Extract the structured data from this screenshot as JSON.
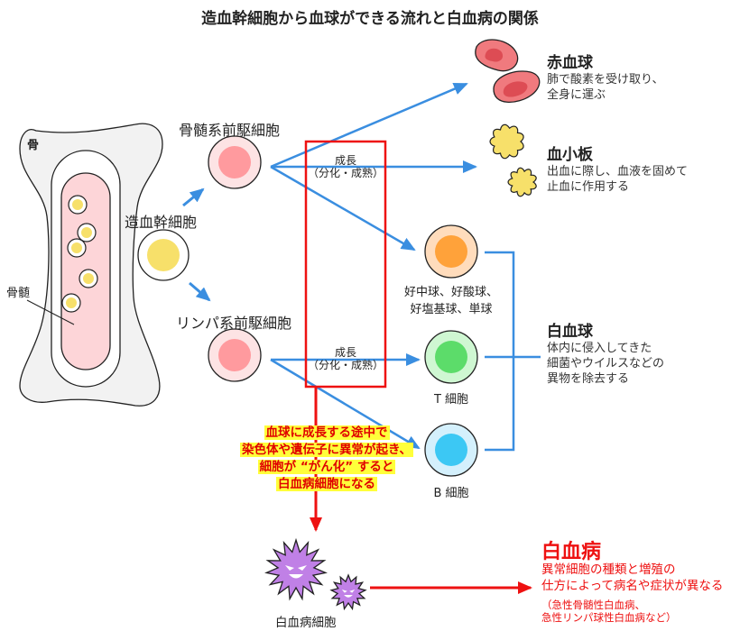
{
  "title": "造血幹細胞から血球ができる流れと白血病の関係",
  "bone": {
    "bone_label": "骨",
    "marrow_label": "骨髄"
  },
  "stem_cell": {
    "label": "造血幹細胞"
  },
  "progenitors": {
    "myeloid": "骨髄系前駆細胞",
    "lymphoid": "リンパ系前駆細胞"
  },
  "growth_box": {
    "label_top": "成長",
    "label_bottom": "（分化・成熟）"
  },
  "blood_cells": {
    "rbc": {
      "name": "赤血球",
      "desc_line1": "肺で酸素を受け取り、",
      "desc_line2": "全身に運ぶ"
    },
    "platelet": {
      "name": "血小板",
      "desc_line1": "出血に際し、血液を固めて",
      "desc_line2": "止血に作用する"
    },
    "granulocyte": {
      "label_line1": "好中球、好酸球、",
      "label_line2": "好塩基球、単球"
    },
    "t_cell": {
      "label": "T 細胞"
    },
    "b_cell": {
      "label": "B 細胞"
    },
    "wbc": {
      "name": "白血球",
      "desc_line1": "体内に侵入してきた",
      "desc_line2": "細菌やウイルスなどの",
      "desc_line3": "異物を除去する"
    }
  },
  "warning": {
    "line1": "血球に成長する途中で",
    "line2": "染色体や遺伝子に異常が起き、",
    "line3": "細胞が “がん化” すると",
    "line4": "白血病細胞になる"
  },
  "leukemia": {
    "cell_label": "白血病細胞",
    "name": "白血病",
    "desc_line1": "異常細胞の種類と増殖の",
    "desc_line2": "仕方によって病名や症状が異なる",
    "note_line1": "（急性骨髄性白血病、",
    "note_line2": "急性リンパ球性白血病など）"
  },
  "colors": {
    "arrow_blue": "#3a8ee0",
    "box_red": "#ee1111",
    "stem_yellow": "#f7e06a",
    "progenitor_pink": "#ff9a9e",
    "granulocyte_orange": "#ffa23a",
    "t_cell_green": "#5cdc6a",
    "b_cell_blue": "#3cc8f4",
    "leukemia_purple": "#c080e6"
  }
}
